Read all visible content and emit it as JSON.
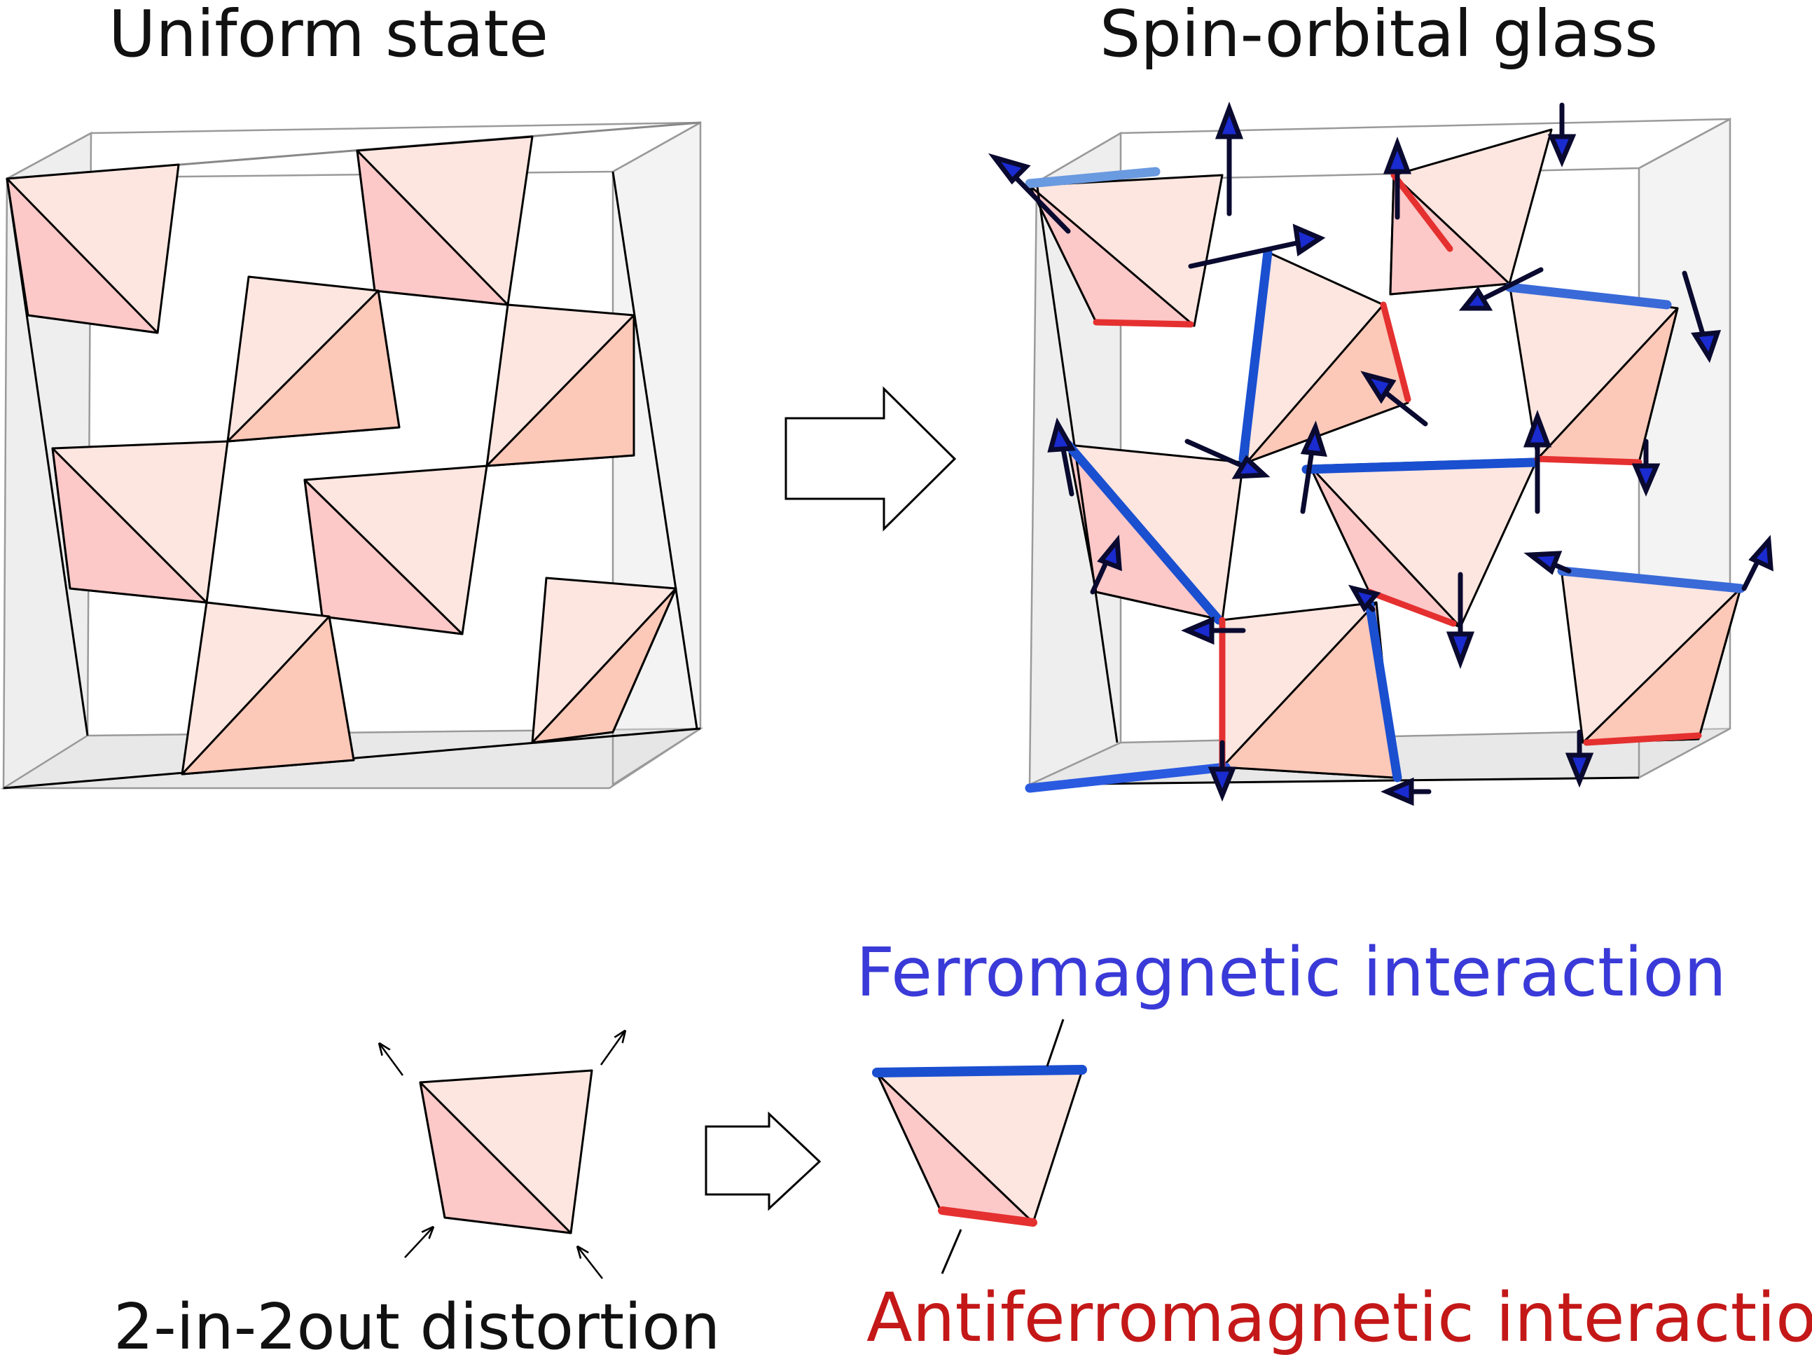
{
  "titles": {
    "left": "Uniform state",
    "right": "Spin-orbital glass"
  },
  "legend": {
    "ferro": "Ferromagnetic interaction",
    "antiferro": "Antiferromagnetic  interaction"
  },
  "caption": "2-in-2out distortion",
  "colors": {
    "ferromagnetic": "#3a3ad8",
    "antiferromagnetic": "#c41818",
    "tetra_light": "#fde6e0",
    "tetra_dark": "#fcc8c8",
    "spin_arrow": "#1020b0",
    "bond_blue": "#1a4fd0",
    "bond_red": "#e03030"
  }
}
